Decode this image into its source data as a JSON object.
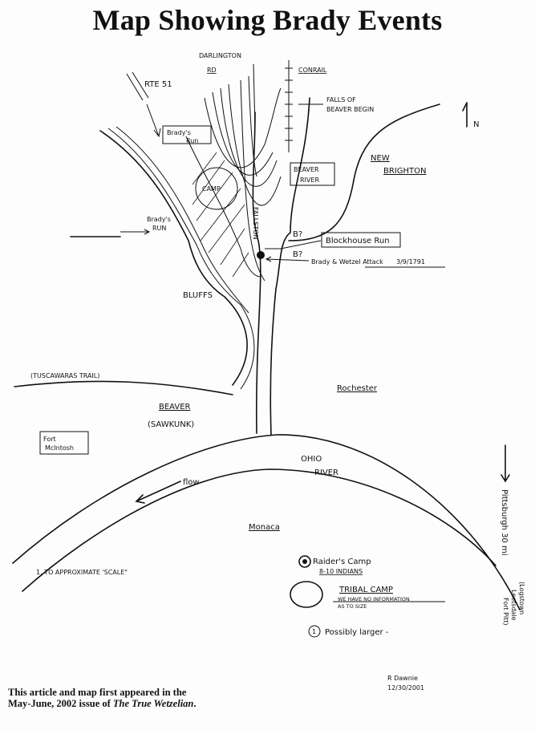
{
  "title": "Map Showing Brady Events",
  "labels": {
    "darlington": "DARLINGTON",
    "rd": "RD",
    "conrail": "CONRAIL",
    "rte51": "RTE 51",
    "falls1": "FALLS OF",
    "falls2": "BEAVER BEGIN",
    "north": "N",
    "bradys_run_box1": "Brady's",
    "bradys_run_box2": "Run",
    "beaver_river1": "BEAVER",
    "beaver_river2": "RIVER",
    "new_brighton1": "NEW",
    "new_brighton2": "BRIGHTON",
    "camp": "CAMP",
    "fallston": "FALLSTON",
    "bradys_run1": "Brady's",
    "bradys_run2": "RUN",
    "b_q1": "B?",
    "b_q2": "B?",
    "blockhouse_run": "Blockhouse Run",
    "attack": "Brady & Wetzel Attack",
    "attack_date": "3/9/1791",
    "bluffs": "BLUFFS",
    "tuscarawas": "(TUSCAWARAS TRAIL)",
    "beaver": "BEAVER",
    "sawkunk": "(SAWKUNK)",
    "rochester": "Rochester",
    "fort_mcintosh1": "Fort",
    "fort_mcintosh2": "McIntosh",
    "ohio1": "OHIO",
    "ohio2": "RIVER",
    "flow": "flow",
    "monaca": "Monaca",
    "scale": "1. TO APPROXIMATE 'SCALE\"",
    "raiders_camp": "Raider's Camp",
    "raiders_count": "8-10 INDIANS",
    "tribal_camp": "TRIBAL CAMP",
    "tribal_note1": "WE HAVE NO INFORMATION",
    "tribal_note2": "AS TO SIZE",
    "possibly_larger": "Possibly larger -",
    "pittsburgh": "Pittsburgh 30 mi",
    "logstown": "(Logstown",
    "leetsdale": "Leetsdale",
    "fort_pitt": "Fort Pitt)",
    "signature": "R Dawnie",
    "sig_date": "12/30/2001",
    "raiders_marker": "O",
    "possibly_marker": "1"
  },
  "caption": {
    "text1": "This article and map first appeared in the May-June, 2002 issue of ",
    "publication": "The True Wetzelian",
    "end": "."
  }
}
